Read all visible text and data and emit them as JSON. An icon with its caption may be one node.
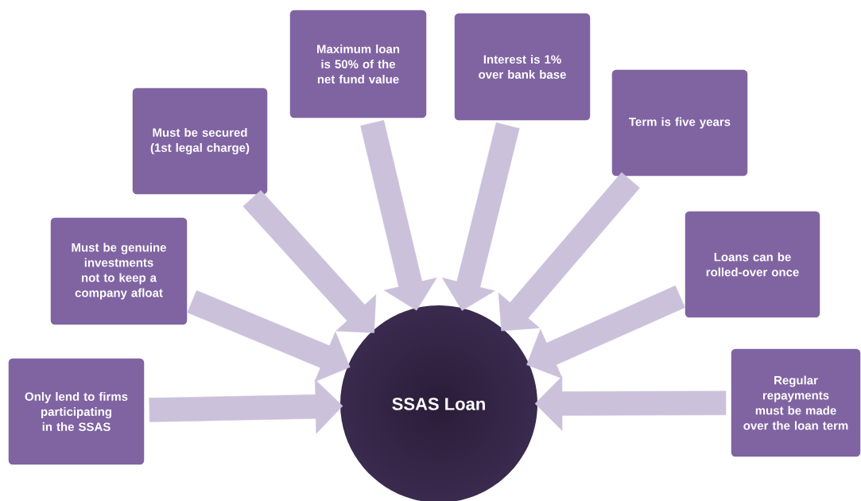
{
  "diagram": {
    "nodes": [
      {
        "text": [
          "SSAS Loan"
        ]
      },
      {
        "text": [
          "Only lend to firms participating in the SSAS"
        ]
      },
      {
        "text": [
          "Must be genuine investments not to keep a company afloat"
        ]
      },
      {
        "text": [
          "Must be secured (1st legal charge)"
        ]
      },
      {
        "text": [
          "Maximum loan is 50% of the net fund value"
        ]
      },
      {
        "text": [
          "Interest is 1% over bank base"
        ]
      },
      {
        "text": [
          "Term is five years"
        ]
      },
      {
        "text": [
          "Loans can be rolled-over once"
        ]
      },
      {
        "text": [
          "Regular repayments must be made over the loan term"
        ]
      }
    ],
    "edges": [
      {
        "from": 1,
        "to": 0,
        "arrow": "to"
      },
      {
        "from": 2,
        "to": 0,
        "arrow": "to"
      },
      {
        "from": 3,
        "to": 0,
        "arrow": "to"
      },
      {
        "from": 4,
        "to": 0,
        "arrow": "to"
      },
      {
        "from": 5,
        "to": 0,
        "arrow": "to"
      },
      {
        "from": 6,
        "to": 0,
        "arrow": "to"
      },
      {
        "from": 7,
        "to": 0,
        "arrow": "to"
      },
      {
        "from": 8,
        "to": 0,
        "arrow": "to"
      }
    ]
  }
}
